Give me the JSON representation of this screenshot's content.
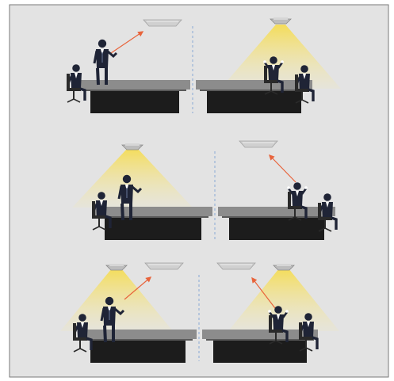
{
  "figure": {
    "panels": [
      {
        "id": "top",
        "left_state": "speaker-standing-mic-aimed",
        "right_state": "listeners-seated-light-on"
      },
      {
        "id": "middle",
        "left_state": "speaker-standing-light-on",
        "right_state": "listener-raising-hand-mic-aimed"
      },
      {
        "id": "bottom",
        "left_state": "speaker-mic-aimed-light-on",
        "right_state": "listener-mic-aimed-light-on"
      }
    ]
  },
  "colors": {
    "background": "#e3e3e3",
    "border": "#7a7a7a",
    "table_top": "#8c8c8c",
    "table_base": "#1c1c1c",
    "light_cone": "#f2d75a",
    "arrow": "#e8643c",
    "divider": "#9fb7d8",
    "person_dark": "#1f2436",
    "person_shirt": "#ffffff"
  }
}
